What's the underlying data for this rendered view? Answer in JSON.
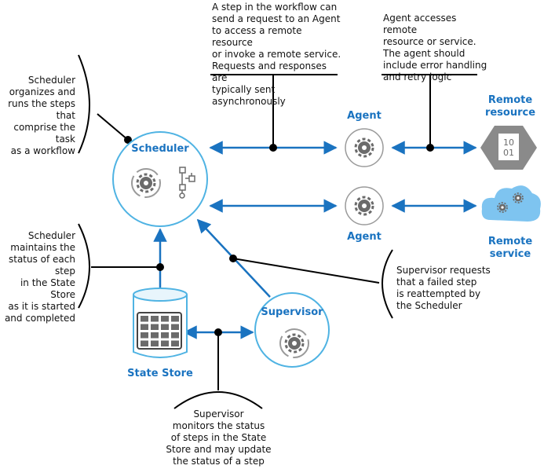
{
  "colors": {
    "accent": "#1a73c0",
    "circle_stroke": "#4fb3e3",
    "icon_gray": "#6b6b6b",
    "cloud": "#7ec4f0"
  },
  "components": {
    "scheduler": "Scheduler",
    "agent_top": "Agent",
    "agent_bottom": "Agent",
    "remote_resource": "Remote\nresource",
    "remote_service": "Remote\nservice",
    "supervisor": "Supervisor",
    "state_store": "State Store"
  },
  "resource_icon_text": [
    "10",
    "01"
  ],
  "callouts": {
    "step_request": "A step in the workflow can\nsend a request to an Agent\nto access a remote resource\nor invoke a remote service.\nRequests and responses are\ntypically sent asynchronously",
    "agent_access": "Agent accesses remote\nresource or service.\nThe agent should\ninclude error handling\nand retry logic",
    "scheduler_organizes": "Scheduler\norganizes and\nruns the steps that\ncomprise the task\nas a workflow",
    "scheduler_maintains": "Scheduler\nmaintains the\nstatus of each step\nin the State Store\nas it is started\nand completed",
    "supervisor_requests": "Supervisor requests\nthat a failed step\nis reattempted by\nthe Scheduler",
    "supervisor_monitors": "Supervisor\nmonitors the status\nof steps in the State\nStore and may update\nthe status of a step"
  }
}
